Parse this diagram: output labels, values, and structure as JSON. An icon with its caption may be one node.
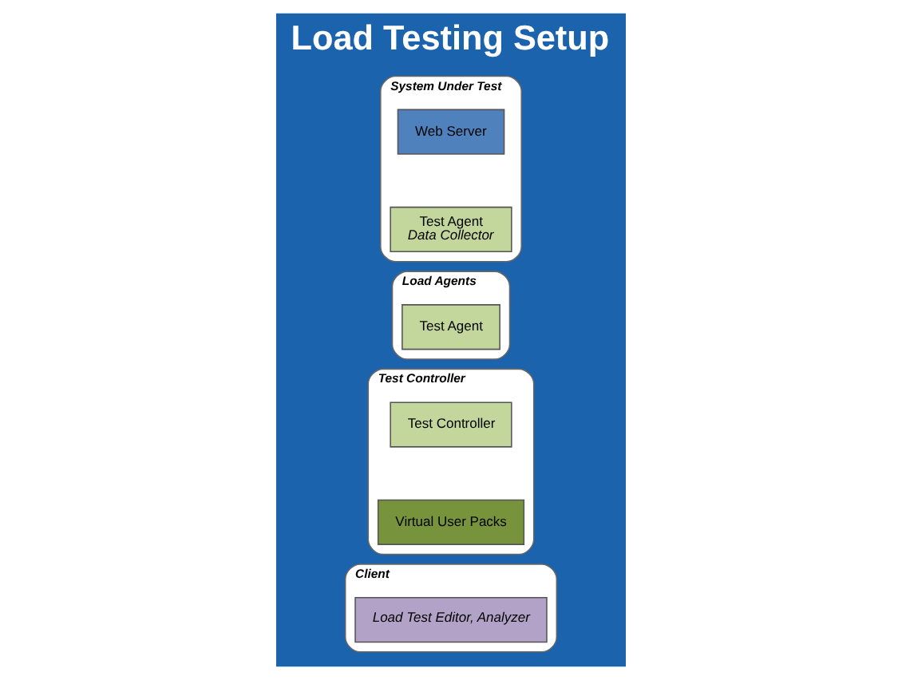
{
  "diagram": {
    "title": "Load Testing Setup",
    "nodes": [
      {
        "text": [
          "Client"
        ]
      },
      {
        "text": [
          "Load Test Editor, Analyzer"
        ],
        "in": 0
      },
      {
        "text": [
          "Test Controller"
        ]
      },
      {
        "text": [
          "Test Controller"
        ],
        "in": 2
      },
      {
        "text": [
          "Virtual User Packs"
        ],
        "in": 2
      },
      {
        "text": [
          "Load Agents"
        ]
      },
      {
        "text": [
          "Test Agent"
        ],
        "in": 5
      },
      {
        "text": [
          "System Under Test"
        ]
      },
      {
        "text": [
          "Web Server"
        ],
        "in": 7
      },
      {
        "text": [
          "Test Agent",
          "Data Collector"
        ],
        "in": 7
      }
    ]
  }
}
